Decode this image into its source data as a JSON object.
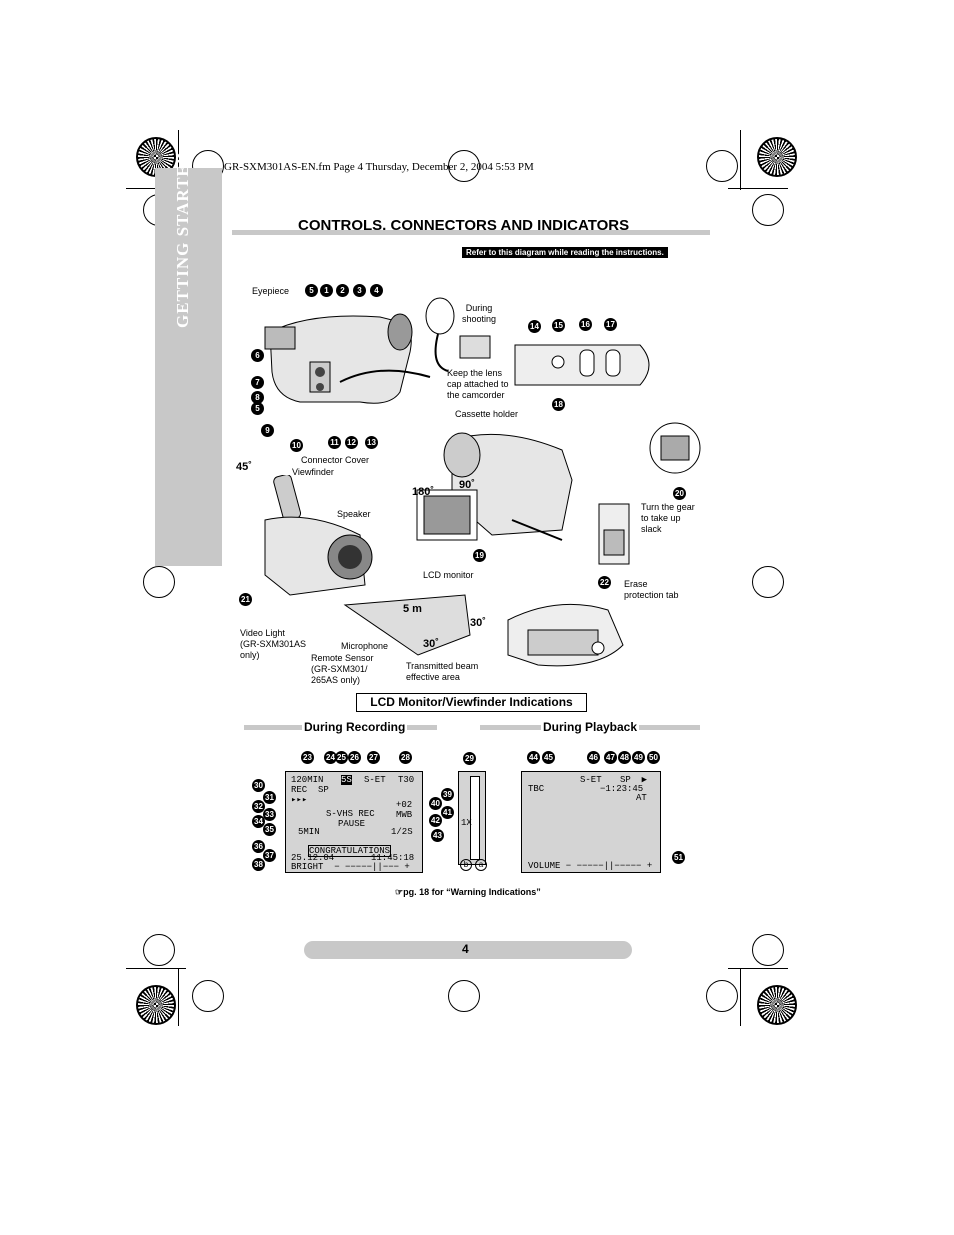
{
  "header": {
    "file_line": "GR-SXM301AS-EN.fm  Page 4  Thursday, December 2, 2004  5:53 PM",
    "section_tab": "GETTING STARTED",
    "title": "CONTROLS, CONNECTORS AND INDICATORS",
    "note": "Refer to this diagram while reading the instructions."
  },
  "labels": {
    "eyepiece": "Eyepiece",
    "during_shooting": "During\nshooting",
    "lens_cap": "Keep the lens\ncap attached to\nthe camcorder",
    "cassette_holder": "Cassette holder",
    "connector_cover": "Connector Cover",
    "viewfinder": "Viewfinder",
    "speaker": "Speaker",
    "turn_gear": "Turn the gear\nto take up\nslack",
    "erase_tab": "Erase\nprotection tab",
    "lcd_monitor": "LCD monitor",
    "video_light": "Video Light\n(GR-SXM301AS\nonly)",
    "microphone": "Microphone",
    "remote_sensor": "Remote Sensor\n(GR-SXM301/\n265AS only)",
    "beam_area": "Transmitted beam\neffective area",
    "angle_45": "45˚",
    "angle_180": "180˚",
    "angle_90": "90˚",
    "dist_5m": "5 m",
    "angle_30a": "30˚",
    "angle_30b": "30˚"
  },
  "indications": {
    "title": "LCD Monitor/Viewfinder Indications",
    "recording_heading": "During Recording",
    "playback_heading": "During Playback"
  },
  "rec_screen": {
    "l1": "120MIN ",
    "l1b": "5S",
    "l1c": "S-ET",
    "l1d": "T30",
    "l2": "REC  SP",
    "l3": "▸▸▸",
    "l5": "+02",
    "l6": "S-VHS REC",
    "l6b": "MWB",
    "l7": "PAUSE",
    "l8": "5MIN",
    "l8b": "1/2S",
    "l9": "CONGRATULATIONS",
    "l10a": "25.12.04",
    "l10b": "11:45:18",
    "l11": "BRIGHT  − −−−−−||−−− +"
  },
  "zoom": {
    "label": "1X",
    "a": "a",
    "b": "b"
  },
  "play_screen": {
    "l1": "S-ET",
    "l1b": "SP  ▶",
    "l2": "TBC",
    "l2b": "−1:23:45",
    "l3": "AT",
    "l4": "VOLUME − −−−−−||−−−−− +"
  },
  "footer": {
    "ref": "pg. 18 for “Warning Indications”",
    "page_number": "4"
  },
  "callouts": {
    "n1": "1",
    "n2": "2",
    "n3": "3",
    "n4": "4",
    "n5": "5",
    "n6": "6",
    "n7": "7",
    "n8": "8",
    "n5b": "5",
    "n9": "9",
    "n10": "10",
    "n11": "11",
    "n12": "12",
    "n13": "13",
    "n14": "14",
    "n15": "15",
    "n16": "16",
    "n17": "17",
    "n18": "18",
    "n19": "19",
    "n20": "20",
    "n21": "21",
    "n22": "22",
    "n23": "23",
    "n24": "24",
    "n25": "25",
    "n26": "26",
    "n27": "27",
    "n28": "28",
    "n29": "29",
    "n30": "30",
    "n31": "31",
    "n32": "32",
    "n33": "33",
    "n34": "34",
    "n35": "35",
    "n36": "36",
    "n37": "37",
    "n38": "38",
    "n39": "39",
    "n40": "40",
    "n41": "41",
    "n42": "42",
    "n43": "43",
    "n44": "44",
    "n45": "45",
    "n46": "46",
    "n47": "47",
    "n48": "48",
    "n49": "49",
    "n50": "50",
    "n51": "51"
  }
}
